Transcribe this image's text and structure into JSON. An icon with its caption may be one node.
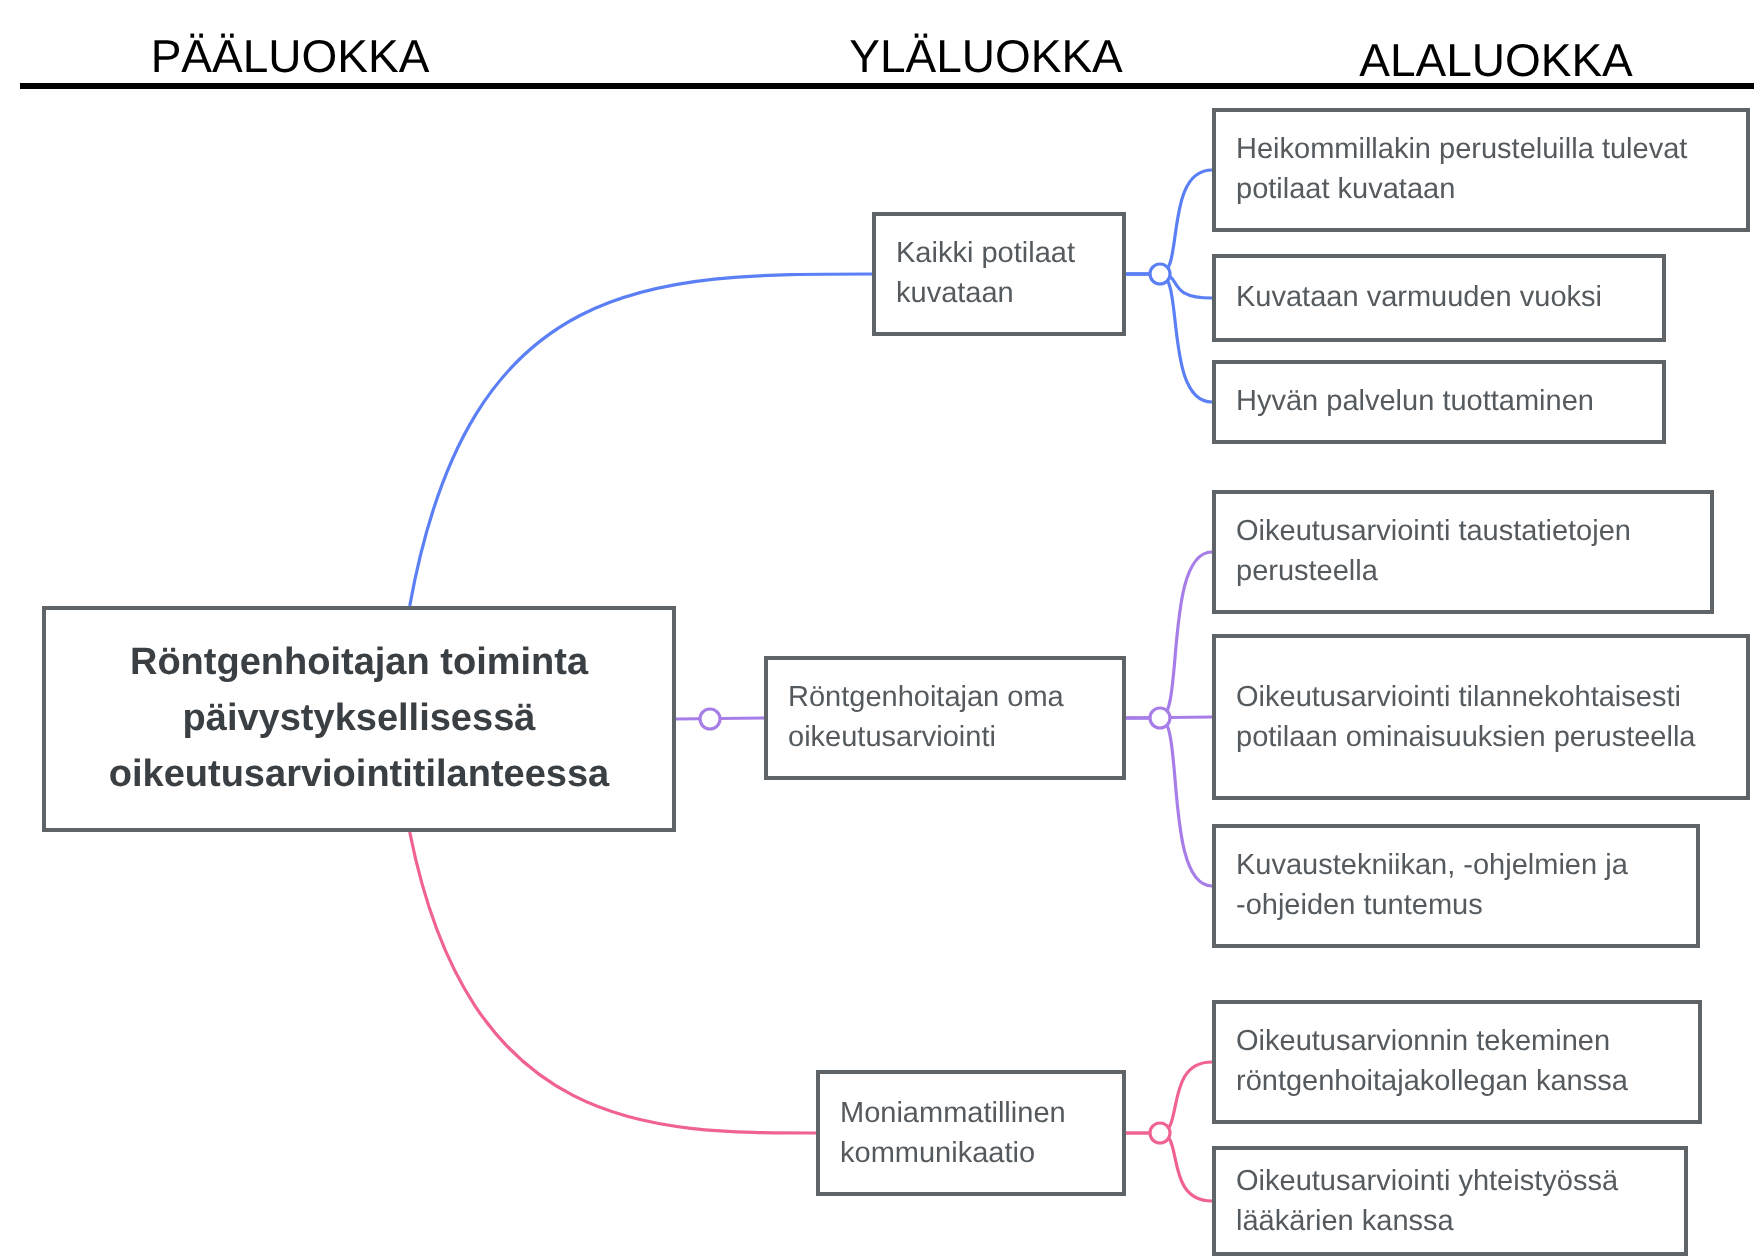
{
  "diagram": {
    "nodes": [
      {
        "text": [
          "Röntgenhoitajan toiminta päivystyksellisessä oikeutusarviointitilanteessa"
        ]
      },
      {
        "text": [
          "Kaikki potilaat kuvataan"
        ]
      },
      {
        "text": [
          "Heikommillakin perusteluilla tulevat potilaat kuvataan"
        ]
      },
      {
        "text": [
          "Kuvataan varmuuden vuoksi"
        ]
      },
      {
        "text": [
          "Hyvän palvelun tuottaminen"
        ]
      },
      {
        "text": [
          "Röntgenhoitajan oma oikeutusarviointi"
        ]
      },
      {
        "text": [
          "Oikeutusarviointi taustatietojen perusteella"
        ]
      },
      {
        "text": [
          "Oikeutusarviointi tilannekohtaisesti potilaan ominaisuuksien perusteella"
        ]
      },
      {
        "text": [
          "Kuvaustekniikan, -ohjelmien ja -ohjeiden tuntemus"
        ]
      },
      {
        "text": [
          "Moniammatillinen kommunikaatio"
        ]
      },
      {
        "text": [
          "Oikeutusarvionnin tekeminen röntgenhoitajakollegan kanssa"
        ]
      },
      {
        "text": [
          "Oikeutusarviointi yhteistyössä lääkärien kanssa"
        ]
      }
    ],
    "edges": [
      {
        "from": 0,
        "to": 1,
        "arrow": "none",
        "color": "#5b7ff5"
      },
      {
        "from": 1,
        "to": 2,
        "arrow": "none",
        "color": "#5b7ff5"
      },
      {
        "from": 1,
        "to": 3,
        "arrow": "none",
        "color": "#5b7ff5"
      },
      {
        "from": 1,
        "to": 4,
        "arrow": "none",
        "color": "#5b7ff5"
      },
      {
        "from": 0,
        "to": 5,
        "arrow": "none",
        "color": "#a77ee8"
      },
      {
        "from": 5,
        "to": 6,
        "arrow": "none",
        "color": "#a77ee8"
      },
      {
        "from": 5,
        "to": 7,
        "arrow": "none",
        "color": "#a77ee8"
      },
      {
        "from": 5,
        "to": 8,
        "arrow": "none",
        "color": "#a77ee8"
      },
      {
        "from": 0,
        "to": 9,
        "arrow": "none",
        "color": "#f06292"
      },
      {
        "from": 9,
        "to": 10,
        "arrow": "none",
        "color": "#f06292"
      },
      {
        "from": 9,
        "to": 11,
        "arrow": "none",
        "color": "#f06292"
      }
    ],
    "labels": [
      "PÄÄLUOKKA",
      "YLÄLUOKKA",
      "ALALUOKKA"
    ]
  }
}
